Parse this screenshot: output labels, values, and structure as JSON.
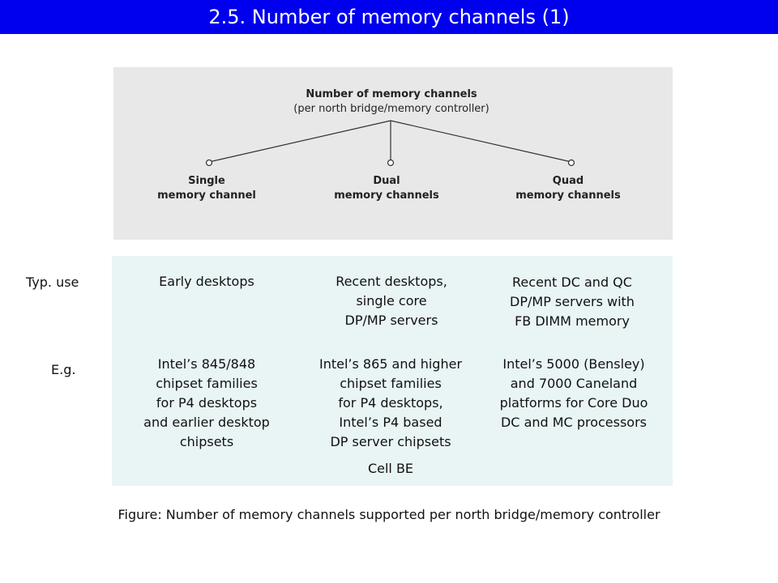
{
  "title": "2.5.  Number of memory channels (1)",
  "tree": {
    "root_title": "Number of memory channels",
    "root_subtitle": "(per north bridge/memory controller)",
    "leaves": [
      {
        "line1": "Single",
        "line2": "memory channel"
      },
      {
        "line1": "Dual",
        "line2": "memory channels"
      },
      {
        "line1": "Quad",
        "line2": "memory channels"
      }
    ]
  },
  "rows": {
    "typ_use_label": "Typ. use",
    "eg_label": "E.g.",
    "typ_use": [
      [
        "Early desktops"
      ],
      [
        "Recent desktops,",
        "single core",
        "DP/MP servers"
      ],
      [
        "Recent DC and QC",
        "DP/MP servers with",
        "FB DIMM memory"
      ]
    ],
    "eg": [
      [
        "Intel’s 845/848",
        "chipset families",
        "for P4 desktops",
        "and earlier desktop",
        "chipsets"
      ],
      [
        "Intel’s 865 and higher",
        "chipset families",
        "for P4  desktops,",
        "Intel’s P4 based",
        "DP server chipsets"
      ],
      [
        "Intel’s 5000 (Bensley)",
        "and 7000 Caneland",
        "platforms for Core Duo",
        "DC and MC processors"
      ]
    ],
    "extra": "Cell BE"
  },
  "caption": "Figure: Number of memory channels supported per north bridge/memory controller"
}
